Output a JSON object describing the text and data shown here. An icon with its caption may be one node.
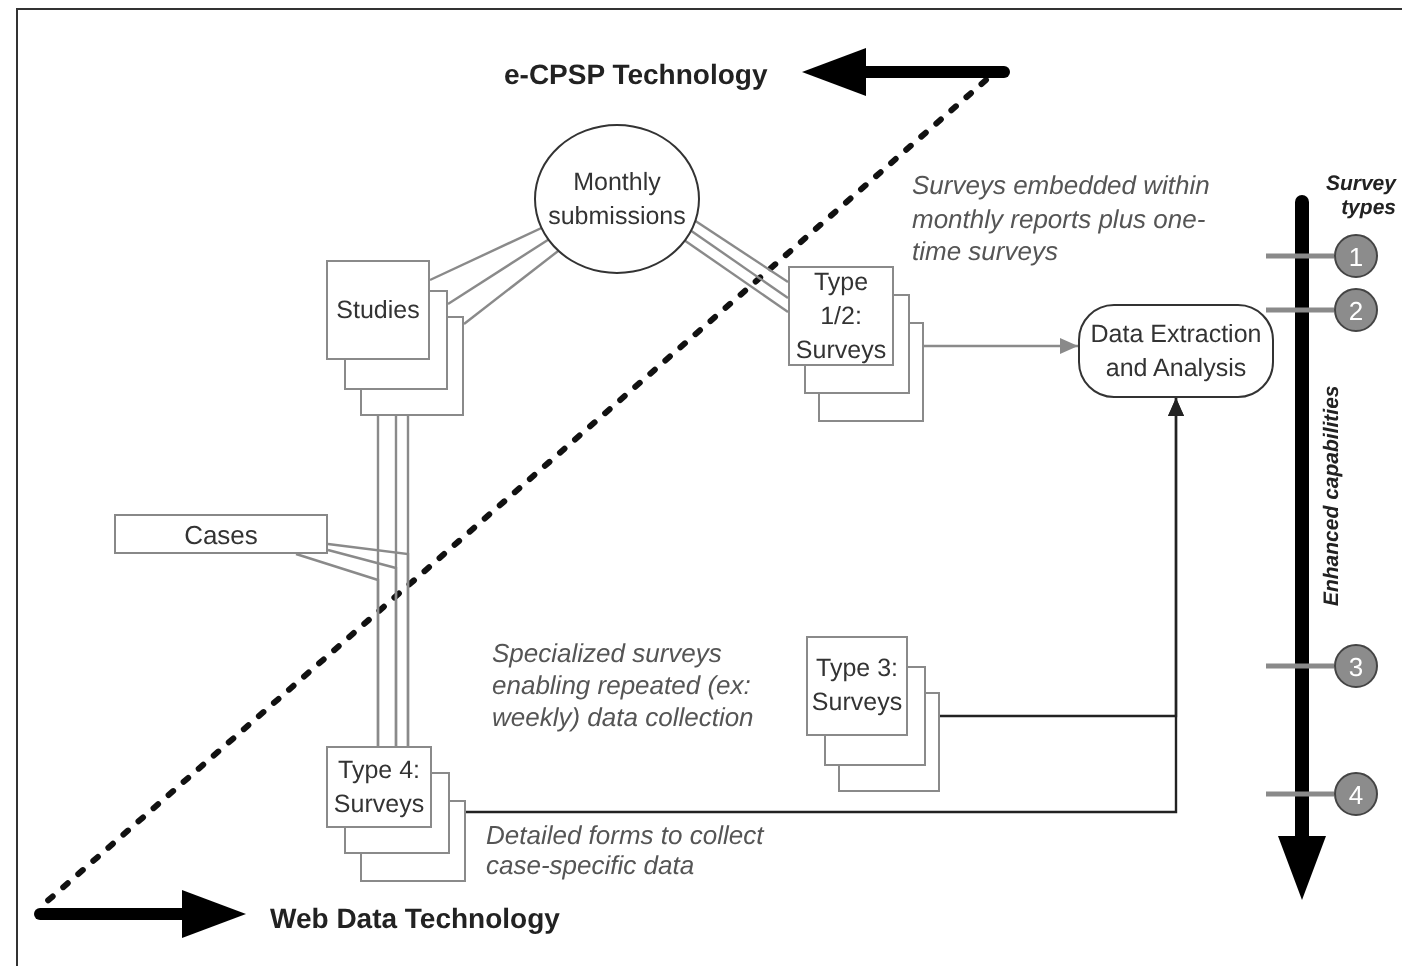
{
  "diagram": {
    "nodes": [
      {
        "text": [
          "Monthly submissions"
        ]
      },
      {
        "text": [
          "Studies"
        ]
      },
      {
        "text": [
          "Type 1/2: Surveys"
        ]
      },
      {
        "text": [
          "Data Extraction and Analysis"
        ]
      },
      {
        "text": [
          "Cases"
        ]
      },
      {
        "text": [
          "Type 3: Surveys"
        ]
      },
      {
        "text": [
          "Type 4: Surveys"
        ]
      },
      {
        "text": [
          "1"
        ]
      },
      {
        "text": [
          "2"
        ]
      },
      {
        "text": [
          "3"
        ]
      },
      {
        "text": [
          "4"
        ]
      }
    ],
    "edges": [
      {
        "from": 0,
        "to": 1,
        "arrow": "none"
      },
      {
        "from": 0,
        "to": 1,
        "arrow": "none"
      },
      {
        "from": 0,
        "to": 1,
        "arrow": "none"
      },
      {
        "from": 0,
        "to": 2,
        "arrow": "none"
      },
      {
        "from": 0,
        "to": 2,
        "arrow": "none"
      },
      {
        "from": 0,
        "to": 2,
        "arrow": "none"
      },
      {
        "from": 1,
        "to": 6,
        "arrow": "none"
      },
      {
        "from": 1,
        "to": 6,
        "arrow": "none"
      },
      {
        "from": 1,
        "to": 6,
        "arrow": "none"
      },
      {
        "from": 4,
        "to": 6,
        "arrow": "none"
      },
      {
        "from": 4,
        "to": 6,
        "arrow": "none"
      },
      {
        "from": 4,
        "to": 6,
        "arrow": "none"
      },
      {
        "from": 2,
        "to": 3,
        "arrow": "to"
      },
      {
        "from": 5,
        "to": 3,
        "arrow": "to",
        "color": "#222222"
      },
      {
        "from": 6,
        "to": 3,
        "arrow": "to",
        "color": "#222222"
      }
    ],
    "labels": [
      "e-CPSP Technology",
      "Surveys embedded within monthly reports plus one-time surveys",
      "Survey types",
      "Enhanced capabilities",
      "Specialized surveys enabling repeated (ex: weekly) data collection",
      "Detailed forms to collect case-specific data",
      "Web Data Technology"
    ]
  }
}
